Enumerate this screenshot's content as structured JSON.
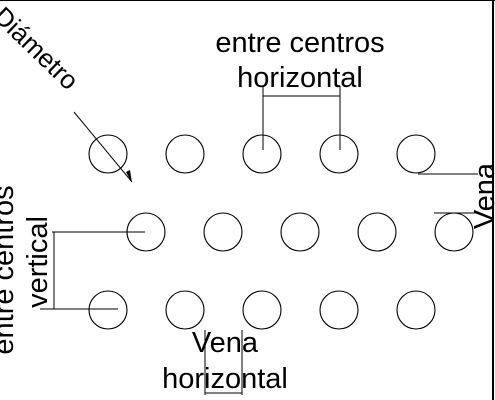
{
  "labels": {
    "diameter": "Diámetro",
    "centers_horizontal_line1": "entre centros",
    "centers_horizontal_line2": "horizontal",
    "centers_vertical_line1": "entre centros",
    "centers_vertical_line2": "vertical",
    "vein_vertical": "Vena",
    "vein_horizontal_line1": "Vena",
    "vein_horizontal_line2": "horizontal"
  },
  "pattern": {
    "rows": [
      5,
      5,
      5
    ],
    "staggered": true
  },
  "colors": {
    "ink": "#000000",
    "background": "#ffffff"
  }
}
